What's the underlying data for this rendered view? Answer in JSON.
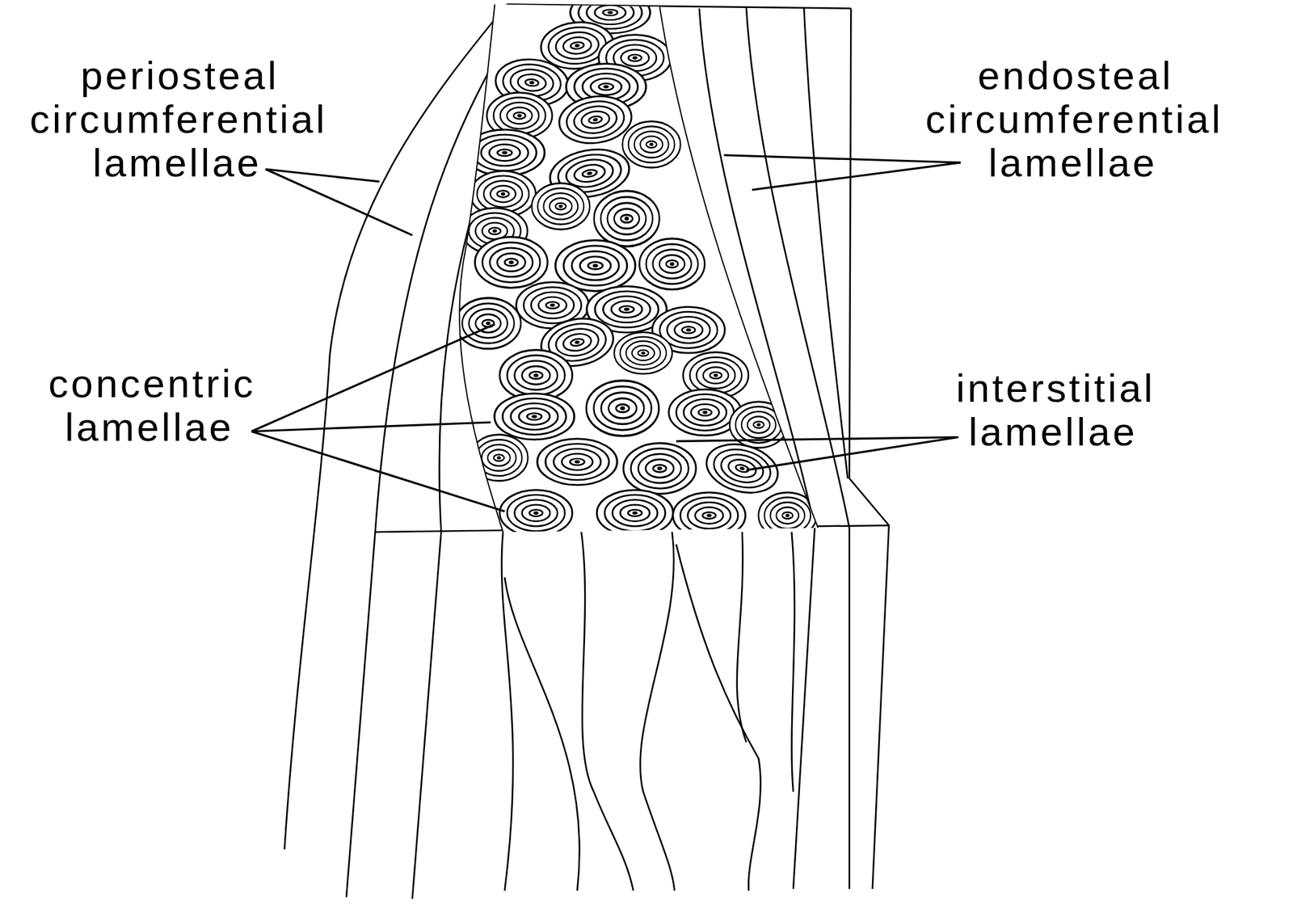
{
  "diagram": {
    "labels": [
      "periosteal circumferential lamellae",
      "endosteal circumferential lamellae",
      "concentric lamellae",
      "interstitial lamellae"
    ]
  }
}
